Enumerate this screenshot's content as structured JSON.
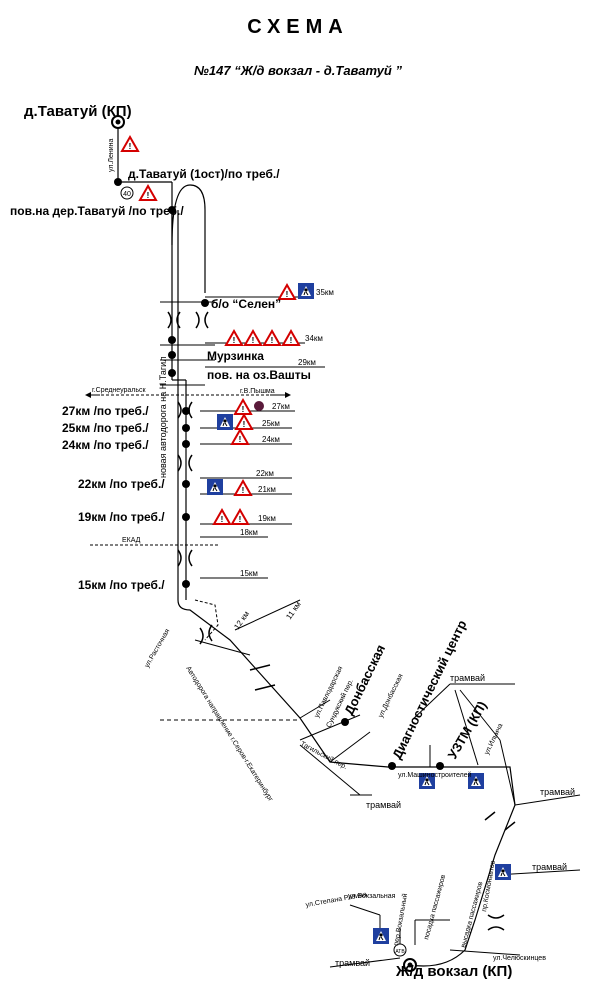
{
  "header": {
    "title": "СХЕМА",
    "route": "№147 “Ж/д вокзал - д.Таватуй ”"
  },
  "terminals": {
    "start": "д.Таватуй (КП)",
    "end": "Ж/д вокзал (КП)"
  },
  "stops": {
    "s1": "д.Таватуй (1ост)/по треб./",
    "s2": "пов.на дер.Таватуй /по треб./",
    "s3": "б/о “Селен”",
    "s4": "Мурзинка",
    "s5": "пов. на оз.Вашты",
    "s6": "27км /по треб./",
    "s7": "25км /по треб./",
    "s8": "24км /по треб./",
    "s9": "22км /по треб./",
    "s10": "19км /по треб./",
    "s11": "15км /по треб./",
    "s12": "Донбасская",
    "s13": "Диагностический центр",
    "s14": "УЗТМ (КП)"
  },
  "km_marks": {
    "k35": "35км",
    "k34": "34км",
    "k29": "29км",
    "k27": "27км",
    "k25": "25км",
    "k24": "24км",
    "k22": "22км",
    "k21": "21км",
    "k19": "19км",
    "k18": "18км",
    "k15": "15км",
    "k12": "12 км",
    "k11": "11 км"
  },
  "streets": {
    "lenina": "ул.Ленина",
    "highway": "новая автодорога на Н.Тагил",
    "sredneuralsk": "г.Среднеуральск",
    "vpyshma": "г.В.Пышма",
    "ekad": "ЕКАД",
    "rastochnaya": "ул.Расточная",
    "serov": "Автодорога направление г.Серов-г.Екатеринбург",
    "pavlodarskaya": "ул.Павлодарская",
    "donbasskaya": "ул.Донбасская",
    "sunduk": "Сундукский пер.",
    "tagil_per": "Тагильский пер.",
    "mashinostr": "ул.Машиностроителей",
    "ilicha": "ул.Ильича",
    "kosmonavtov": "пр.Космонавтов",
    "vokzalnaya": "ул.Вокзальная",
    "stepana": "ул.Степана Разина",
    "per_vokzalny": "пер.Вокзальный",
    "posadka": "посадка пассажиров",
    "vysadka": "высадка пассажиров",
    "chelyusk": "ул.Челюскинцев",
    "tram": "трамвай",
    "speed": "40",
    "bus": "ATB"
  },
  "colors": {
    "warning_red": "#d40000",
    "ped_blue": "#1f3f9f"
  }
}
